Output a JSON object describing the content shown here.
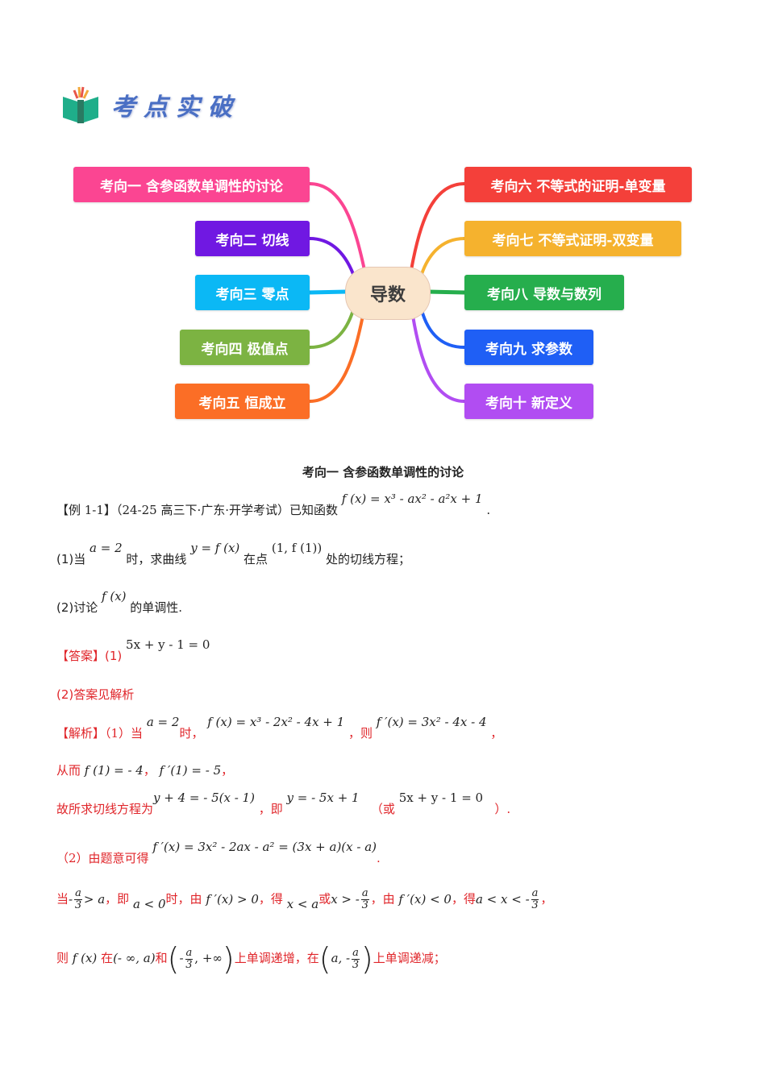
{
  "header": {
    "logo_icon": "open-book-icon",
    "title": "考点实破"
  },
  "mindmap": {
    "center": "导数",
    "left_nodes": [
      {
        "label": "考向一 含参函数单调性的讨论",
        "color": "#fb4592"
      },
      {
        "label": "考向二 切线",
        "color": "#7018e2"
      },
      {
        "label": "考向三 零点",
        "color": "#0bb8f5"
      },
      {
        "label": "考向四 极值点",
        "color": "#7cb342"
      },
      {
        "label": "考向五  恒成立",
        "color": "#fb6e26"
      }
    ],
    "right_nodes": [
      {
        "label": "考向六 不等式的证明-单变量",
        "color": "#f4403a"
      },
      {
        "label": "考向七  不等式证明-双变量",
        "color": "#f5b22e"
      },
      {
        "label": "考向八 导数与数列",
        "color": "#26ae4d"
      },
      {
        "label": "考向九 求参数",
        "color": "#1f5ff5"
      },
      {
        "label": "考向十 新定义",
        "color": "#b14df2"
      }
    ]
  },
  "document": {
    "section_title": "考向一  含参函数单调性的讨论",
    "example": {
      "tag": "【例 1-1】",
      "source": "（24-25 高三下·广东·开学考试）已知函数",
      "function": "f (x) = x³ - ax² - a²x + 1",
      "end": "."
    },
    "q1": {
      "prefix": "(1)当",
      "cond": "a = 2",
      "t1": "时，求曲线",
      "curve": "y = f (x)",
      "t2": "在点",
      "point": "(1, f (1))",
      "t3": "处的切线方程；"
    },
    "q2": {
      "prefix": "(2)讨论",
      "func": "f (x)",
      "t1": "的单调性."
    },
    "answer": {
      "tag": "【答案】",
      "p1": "(1)",
      "eq": "5x + y - 1 = 0",
      "p2": "(2)答案见解析"
    },
    "analysis": {
      "tag": "【解析】",
      "l1": {
        "t1": "（1）当",
        "cond": "a = 2",
        "t2": "时，",
        "f": "f (x) = x³ - 2x² - 4x + 1",
        "t3": "，则",
        "fp": "f ′(x) = 3x² - 4x - 4",
        "t4": "，"
      },
      "l2": {
        "t1": "从而",
        "v1": "f (1) = - 4",
        "t2": "，",
        "v2": "f ′(1) = - 5",
        "t3": "，"
      },
      "l3": {
        "t1": "故所求切线方程为",
        "e1": "y + 4 = - 5(x - 1)",
        "t2": "，即",
        "e2": "y = - 5x + 1",
        "t3": "（或",
        "e3": "5x + y - 1 = 0",
        "t4": "）."
      },
      "l4": {
        "t1": "（2）由题意可得",
        "e1": "f ′(x) = 3x² - 2ax - a² = (3x + a)(x - a)",
        "t2": "."
      },
      "l5": {
        "t1": "当",
        "c1": "- a/3 > a",
        "t2": "，即",
        "c2": "a < 0",
        "t3": "时，由",
        "c3": "f ′(x) > 0",
        "t4": "，得",
        "c4": "x < a",
        "t5": "或",
        "c5": "x > - a/3",
        "t6": "，由",
        "c6": "f ′(x) < 0",
        "t7": "，得",
        "c7": "a < x < - a/3",
        "t8": "，"
      },
      "l6": {
        "t1": "则",
        "f": "f (x)",
        "t2": "在",
        "i1": "(- ∞, a)",
        "t3": "和",
        "i2": "(- a/3, +∞)",
        "t4": "上单调递增，在",
        "i3": "(a, - a/3)",
        "t5": "上单调递减；"
      }
    }
  }
}
